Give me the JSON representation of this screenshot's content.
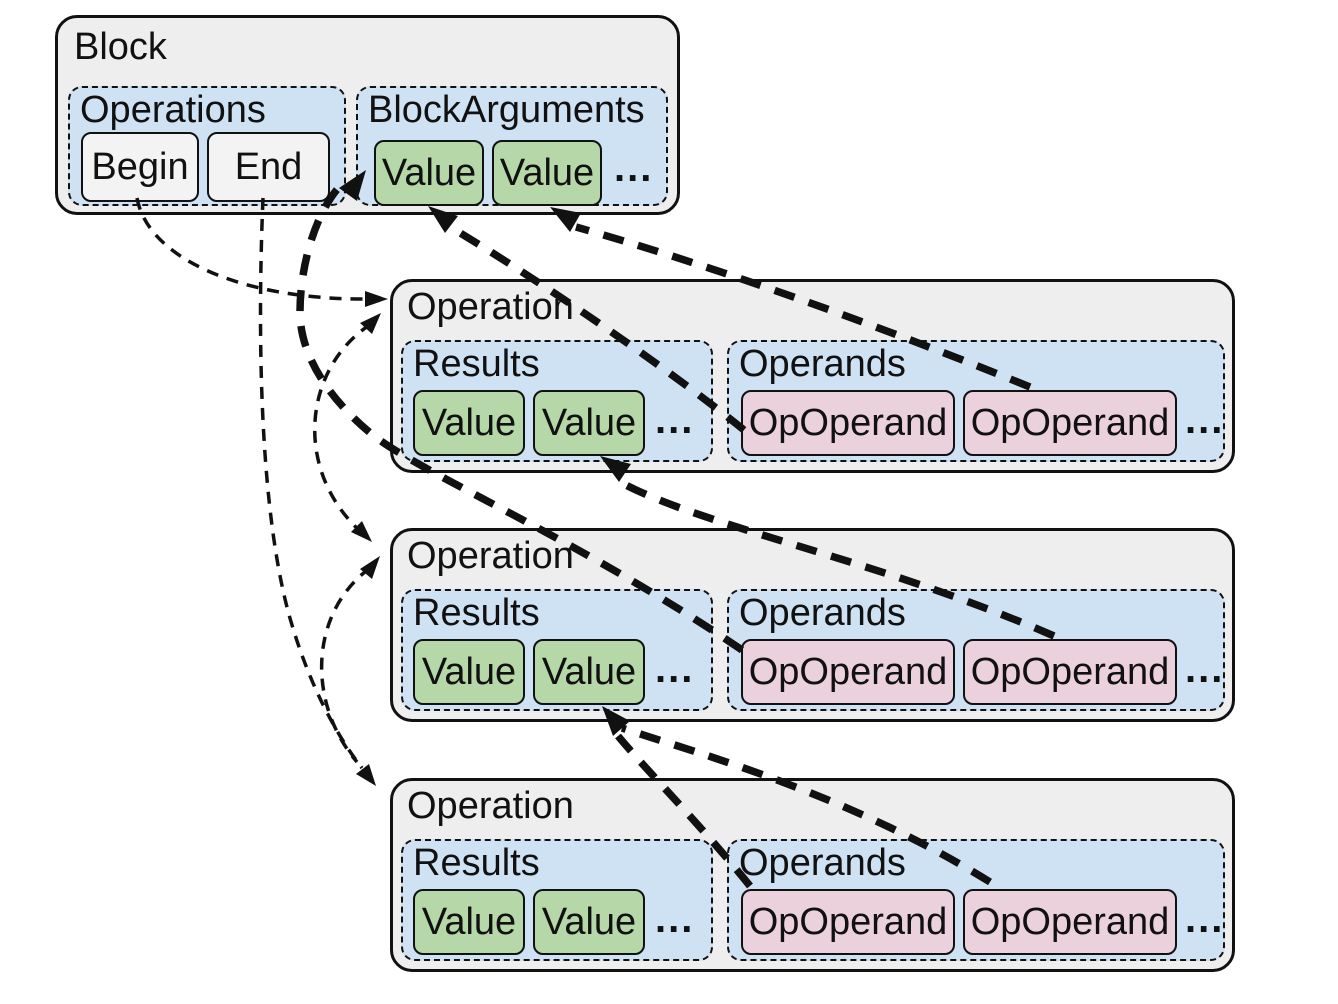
{
  "block": {
    "title": "Block",
    "operations": {
      "label": "Operations",
      "items": [
        "Begin",
        "End"
      ]
    },
    "block_arguments": {
      "label": "BlockArguments",
      "values": [
        "Value",
        "Value"
      ],
      "more": "..."
    }
  },
  "ops": [
    {
      "title": "Operation",
      "results": {
        "label": "Results",
        "values": [
          "Value",
          "Value"
        ],
        "more": "..."
      },
      "operands": {
        "label": "Operands",
        "values": [
          "OpOperand",
          "OpOperand"
        ],
        "more": "..."
      }
    },
    {
      "title": "Operation",
      "results": {
        "label": "Results",
        "values": [
          "Value",
          "Value"
        ],
        "more": "..."
      },
      "operands": {
        "label": "Operands",
        "values": [
          "OpOperand",
          "OpOperand"
        ],
        "more": "..."
      }
    },
    {
      "title": "Operation",
      "results": {
        "label": "Results",
        "values": [
          "Value",
          "Value"
        ],
        "more": "..."
      },
      "operands": {
        "label": "Operands",
        "values": [
          "OpOperand",
          "OpOperand"
        ],
        "more": "..."
      }
    }
  ],
  "colors": {
    "container_blue": "#cfe2f3",
    "value_green": "#b6d7a8",
    "operand_pink": "#ead1dc",
    "outer_gray": "#eeeeee",
    "inner_gray": "#f3f3f3",
    "line_black": "#111111"
  }
}
